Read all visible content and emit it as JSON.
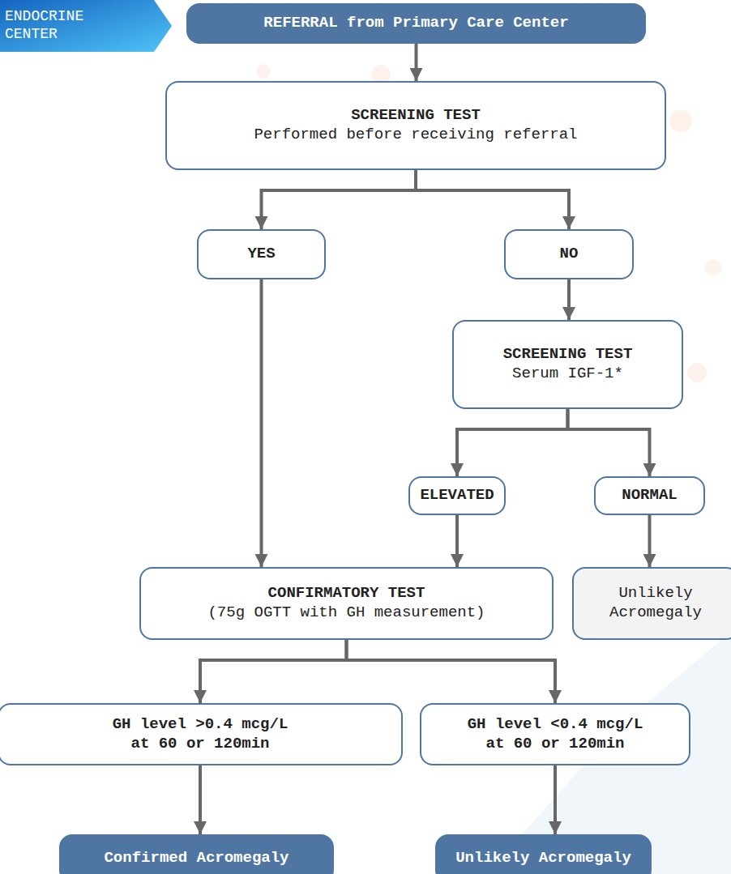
{
  "diagram": {
    "nodes": [
      {
        "text": [
          "ENDOCRINE CENTER"
        ]
      },
      {
        "text": [
          "REFERRAL from Primary Care Center"
        ]
      },
      {
        "text": [
          "SCREENING TEST",
          "Performed before receiving referral"
        ]
      },
      {
        "text": [
          "YES"
        ]
      },
      {
        "text": [
          "NO"
        ]
      },
      {
        "text": [
          "SCREENING TEST",
          "Serum IGF-1*"
        ]
      },
      {
        "text": [
          "ELEVATED"
        ]
      },
      {
        "text": [
          "NORMAL"
        ]
      },
      {
        "text": [
          "CONFIRMATORY TEST",
          "(75g OGTT with GH measurement)"
        ]
      },
      {
        "text": [
          "Unlikely Acromegaly"
        ]
      },
      {
        "text": [
          "GH level >0.4 mcg/L at 60 or 120min"
        ]
      },
      {
        "text": [
          "GH level <0.4 mcg/L at 60 or 120min"
        ]
      },
      {
        "text": [
          "Confirmed Acromegaly"
        ]
      },
      {
        "text": [
          "Unlikely Acromegaly"
        ]
      }
    ],
    "edges": [
      {
        "from": 1,
        "to": 2,
        "arrow": "to"
      },
      {
        "from": 2,
        "to": 3,
        "arrow": "to"
      },
      {
        "from": 2,
        "to": 4,
        "arrow": "to"
      },
      {
        "from": 4,
        "to": 5,
        "arrow": "to"
      },
      {
        "from": 5,
        "to": 6,
        "arrow": "to"
      },
      {
        "from": 5,
        "to": 7,
        "arrow": "to"
      },
      {
        "from": 3,
        "to": 8,
        "arrow": "to"
      },
      {
        "from": 6,
        "to": 8,
        "arrow": "to"
      },
      {
        "from": 7,
        "to": 9,
        "arrow": "to"
      },
      {
        "from": 8,
        "to": 10,
        "arrow": "to"
      },
      {
        "from": 8,
        "to": 11,
        "arrow": "to"
      },
      {
        "from": 10,
        "to": 12,
        "arrow": "to"
      },
      {
        "from": 11,
        "to": 13,
        "arrow": "to"
      }
    ]
  }
}
